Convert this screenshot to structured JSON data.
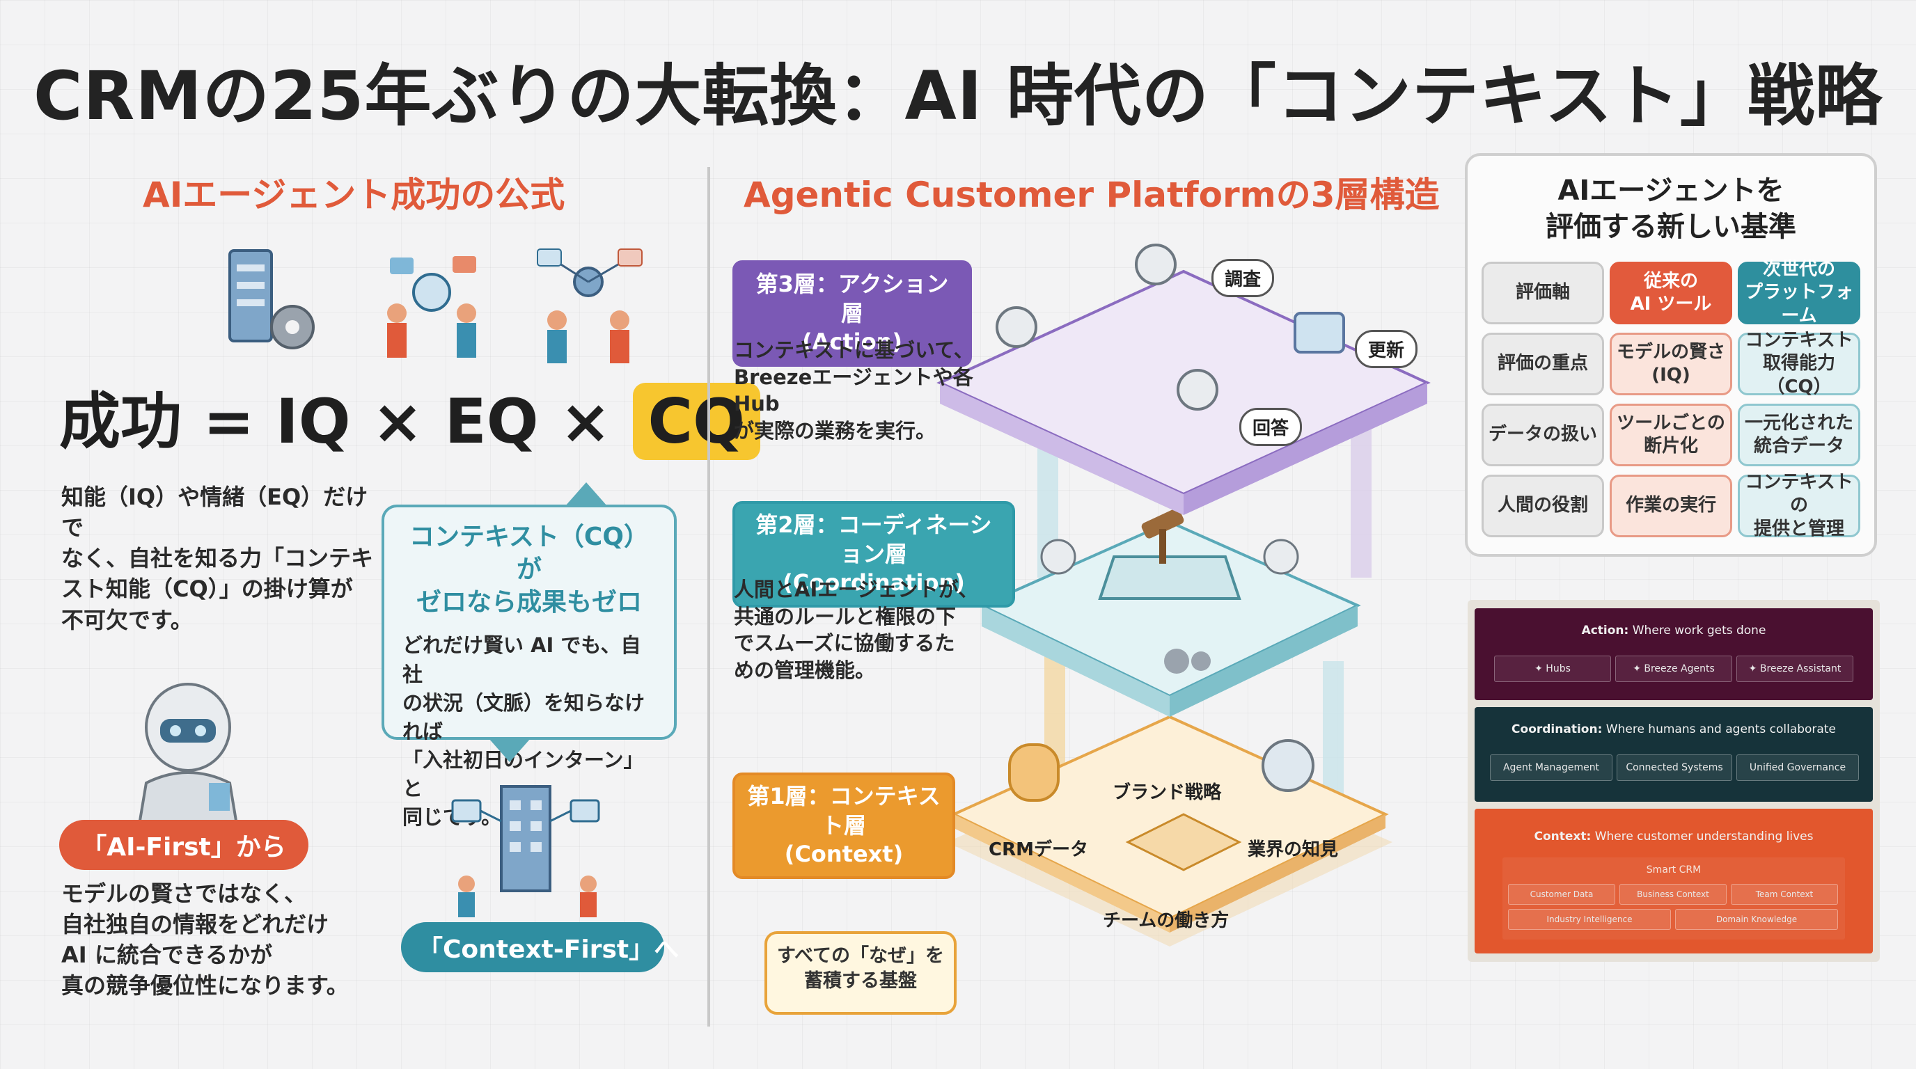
{
  "title": "CRMの25年ぶりの大転換：AI 時代の「コンテキスト」戦略",
  "left": {
    "section_title": "AIエージェント成功の公式",
    "formula": {
      "lhs": "成功",
      "eq": "=",
      "iq": "IQ",
      "x": "×",
      "eqv": "EQ",
      "cq": "CQ"
    },
    "explain": [
      "知能（IQ）や情緒（EQ）だけで",
      "なく、自社を知る力「コンテキ",
      "スト知能（CQ）」の掛け算が",
      "不可欠です。"
    ],
    "bubble_title": [
      "コンテキスト（CQ）が",
      "ゼロなら成果もゼロ"
    ],
    "bubble_body": [
      "どれだけ賢い AI でも、自社",
      "の状況（文脈）を知らなければ",
      "「入社初日のインターン」と",
      "同じです。"
    ],
    "from_pill": "「AI-First」から",
    "to_pill": "「Context-First」へ",
    "conclusion": [
      "モデルの賢さではなく、",
      "自社独自の情報をどれだけ",
      "AI に統合できるかが",
      "真の競争優位性になります。"
    ]
  },
  "middle": {
    "section_title": "Agentic Customer Platformの3層構造",
    "layer3": {
      "label": [
        "第3層：アクション層",
        "(Action)"
      ],
      "desc": [
        "コンテキストに基づいて、",
        "Breezeエージェントや各Hub",
        "が実際の業務を実行。"
      ],
      "tags": [
        "調査",
        "更新",
        "回答"
      ]
    },
    "layer2": {
      "label": [
        "第2層：コーディネーション層",
        "(Coordination)"
      ],
      "desc": [
        "人間とAIエージェントが、",
        "共通のルールと権限の下",
        "でスムーズに協働するた",
        "めの管理機能。"
      ]
    },
    "layer1": {
      "label": [
        "第1層：コンテキスト層",
        "(Context)"
      ],
      "items": [
        "ブランド戦略",
        "CRMデータ",
        "業界の知見",
        "チームの働き方"
      ]
    },
    "note": [
      "すべての「なぜ」を",
      "蓄積する基盤"
    ]
  },
  "criteria": {
    "title": [
      "AIエージェントを",
      "評価する新しい基準"
    ],
    "headers": [
      "評価軸",
      "従来の\nAI ツール",
      "次世代の\nプラットフォーム"
    ],
    "rows": [
      [
        "評価の重点",
        "モデルの賢さ\n(IQ)",
        "コンテキスト\n取得能力（CQ）"
      ],
      [
        "データの扱い",
        "ツールごとの\n断片化",
        "一元化された\n統合データ"
      ],
      [
        "人間の役割",
        "作業の実行",
        "コンテキストの\n提供と管理"
      ]
    ]
  },
  "panel": {
    "action": {
      "label": "Action:",
      "text": "Where work gets done",
      "chips": [
        "✦ Hubs",
        "✦ Breeze Agents",
        "✦ Breeze Assistant"
      ],
      "color": "#4a1030"
    },
    "coordination": {
      "label": "Coordination:",
      "text": "Where humans and agents collaborate",
      "chips": [
        "Agent Management",
        "Connected Systems",
        "Unified Governance"
      ],
      "color": "#16333a"
    },
    "context": {
      "label": "Context:",
      "text": "Where customer understanding lives",
      "inner_title": "Smart CRM",
      "chips_row1": [
        "Customer Data",
        "Business Context",
        "Team Context"
      ],
      "chips_row2": [
        "Industry Intelligence",
        "Domain Knowledge"
      ],
      "color": "#e2572d"
    }
  }
}
